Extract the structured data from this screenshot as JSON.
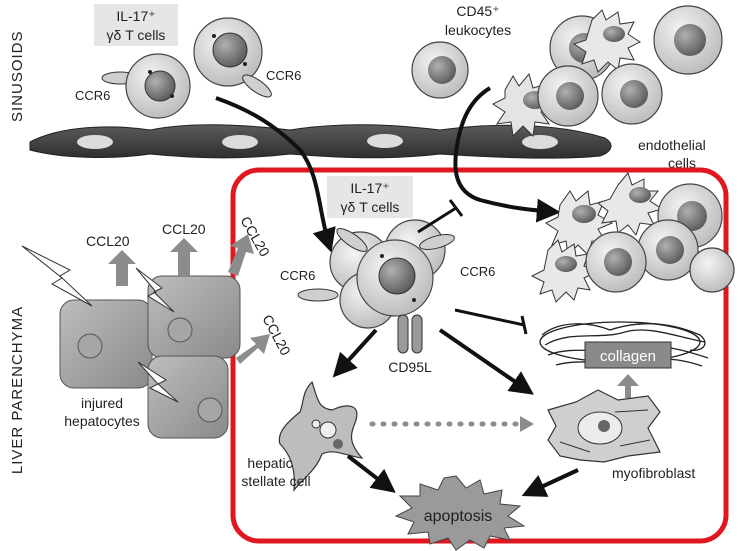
{
  "regions": {
    "sinusoids": "SINUSOIDS",
    "liver_parenchyma": "LIVER PARENCHYMA"
  },
  "labels": {
    "il17_top_line1": "IL-17⁺",
    "il17_top_line2": "γδ T cells",
    "il17_mid_line1": "IL-17⁺",
    "il17_mid_line2": "γδ T cells",
    "ccr6_top_left": "CCR6",
    "ccr6_top_right": "CCR6",
    "ccr6_mid_left": "CCR6",
    "ccr6_mid_right": "CCR6",
    "cd45_line1": "CD45⁺",
    "cd45_line2": "leukocytes",
    "endothelial_line1": "endothelial",
    "endothelial_line2": "cells",
    "ccl20_1": "CCL20",
    "ccl20_2": "CCL20",
    "ccl20_3": "CCL20",
    "ccl20_4": "CCL20",
    "injured_line1": "injured",
    "injured_line2": "hepatocytes",
    "cd95l": "CD95L",
    "collagen": "collagen",
    "hsc_line1": "hepatic",
    "hsc_line2": "stellate cell",
    "myofibroblast": "myofibroblast",
    "apoptosis": "apoptosis"
  },
  "colors": {
    "highlight_box": "#e0171e",
    "cell_fill": "#d8d8d8",
    "nucleus_fill": "#8a8a8a",
    "hepatocyte_fill": "#9a9a9a",
    "arrow_gray": "#8c8c8c",
    "arrow_black": "#111111"
  }
}
